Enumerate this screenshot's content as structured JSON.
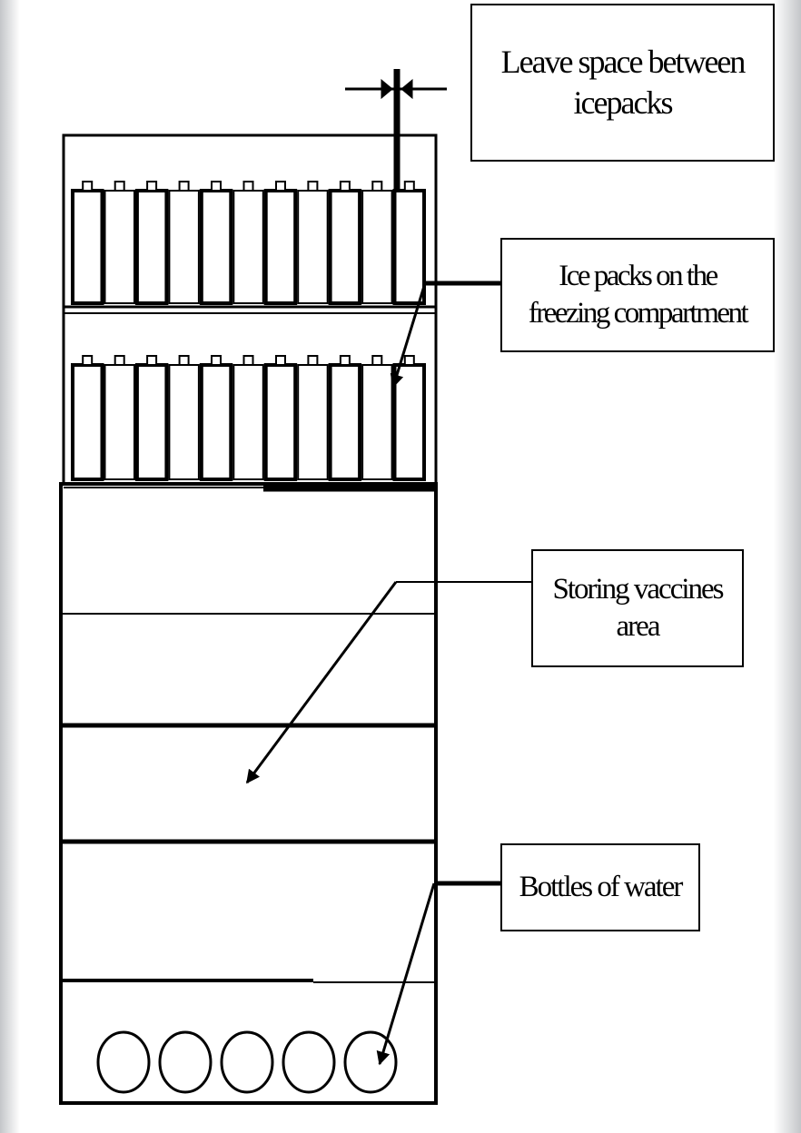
{
  "callouts": {
    "spacing": {
      "line1": "Leave space between",
      "line2": "icepacks"
    },
    "icepacks": {
      "line1": "Ice packs on the",
      "line2": "freezing compartment"
    },
    "vaccines": {
      "line1": "Storing vaccines",
      "line2": "area"
    },
    "water": {
      "line1": "Bottles of water"
    }
  },
  "diagram": {
    "ice_packs_per_row": 11,
    "ice_pack_rows": 2,
    "water_bottles": 5,
    "colors": {
      "stroke": "#000000",
      "fill": "#ffffff",
      "background_edge": "#c4c6c9"
    }
  }
}
